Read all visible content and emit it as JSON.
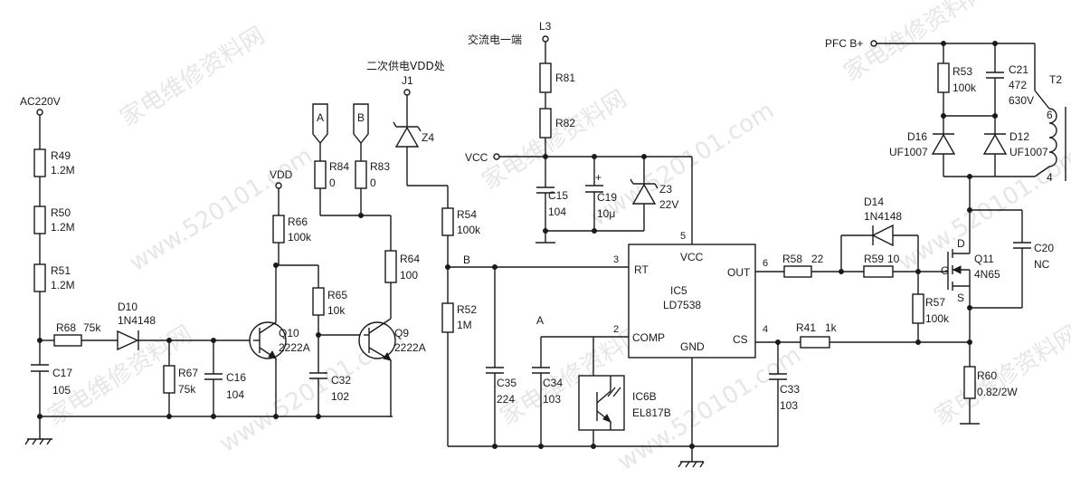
{
  "labels": {
    "ac220v": "AC220V",
    "r49": "R49",
    "r49v": "1.2M",
    "r50": "R50",
    "r50v": "1.2M",
    "r51": "R51",
    "r51v": "1.2M",
    "r68": "R68",
    "r68v": "75k",
    "d10": "D10",
    "d10v": "1N4148",
    "c17": "C17",
    "c17v": "105",
    "r67": "R67",
    "r67v": "75k",
    "c16": "C16",
    "c16v": "104",
    "vdd": "VDD",
    "r66": "R66",
    "r66v": "100k",
    "r65": "R65",
    "r65v": "10k",
    "q10": "Q10",
    "q10v": "2222A",
    "c32": "C32",
    "c32v": "102",
    "a_conn": "A",
    "b_conn": "B",
    "r84": "R84",
    "r84v": "0",
    "r83": "R83",
    "r83v": "0",
    "r64": "R64",
    "r64v": "100",
    "q9": "Q9",
    "q9v": "2222A",
    "vdd2": "二次供电VDD处",
    "j1": "J1",
    "z4": "Z4",
    "r54": "R54",
    "r54v": "100k",
    "r52": "R52",
    "r52v": "1M",
    "c35": "C35",
    "c35v": "224",
    "c34": "C34",
    "c34v": "103",
    "ac_one": "交流电一端",
    "l3": "L3",
    "r81": "R81",
    "r82": "R82",
    "vcc": "VCC",
    "c15": "C15",
    "c15v": "104",
    "c19": "C19",
    "c19v": "10μ",
    "z3": "Z3",
    "z3v": "22V",
    "ic5": "IC5",
    "ic5v": "LD7538",
    "pin_rt": "RT",
    "pin_vcc": "VCC",
    "pin_out": "OUT",
    "pin_comp": "COMP",
    "pin_gnd": "GND",
    "pin_cs": "CS",
    "pn3": "3",
    "pn5": "5",
    "pn6": "6",
    "pn2": "2",
    "pn4": "4",
    "net_b": "B",
    "net_a": "A",
    "ic6b": "IC6B",
    "ic6bv": "EL817B",
    "c33": "C33",
    "c33v": "103",
    "r58": "R58",
    "r58v": "22",
    "r59": "R59",
    "r59v": "10",
    "d14": "D14",
    "d14v": "1N4148",
    "r41": "R41",
    "r41v": "1k",
    "r57": "R57",
    "r57v": "100k",
    "q11": "Q11",
    "q11v": "4N65",
    "pin_g": "G",
    "pin_d": "D",
    "pin_s": "S",
    "c20": "C20",
    "c20v": "NC",
    "r60": "R60",
    "r60v": "0.82/2W",
    "pfc": "PFC B+",
    "r53": "R53",
    "r53v": "100k",
    "c21": "C21",
    "c21v1": "472",
    "c21v2": "630V",
    "d16": "D16",
    "d16v": "UF1007",
    "d12": "D12",
    "d12v": "UF1007",
    "t2": "T2",
    "t2p6": "6",
    "t2p4": "4"
  },
  "watermarks": [
    "家电维修资料网",
    "www.520101.com"
  ]
}
